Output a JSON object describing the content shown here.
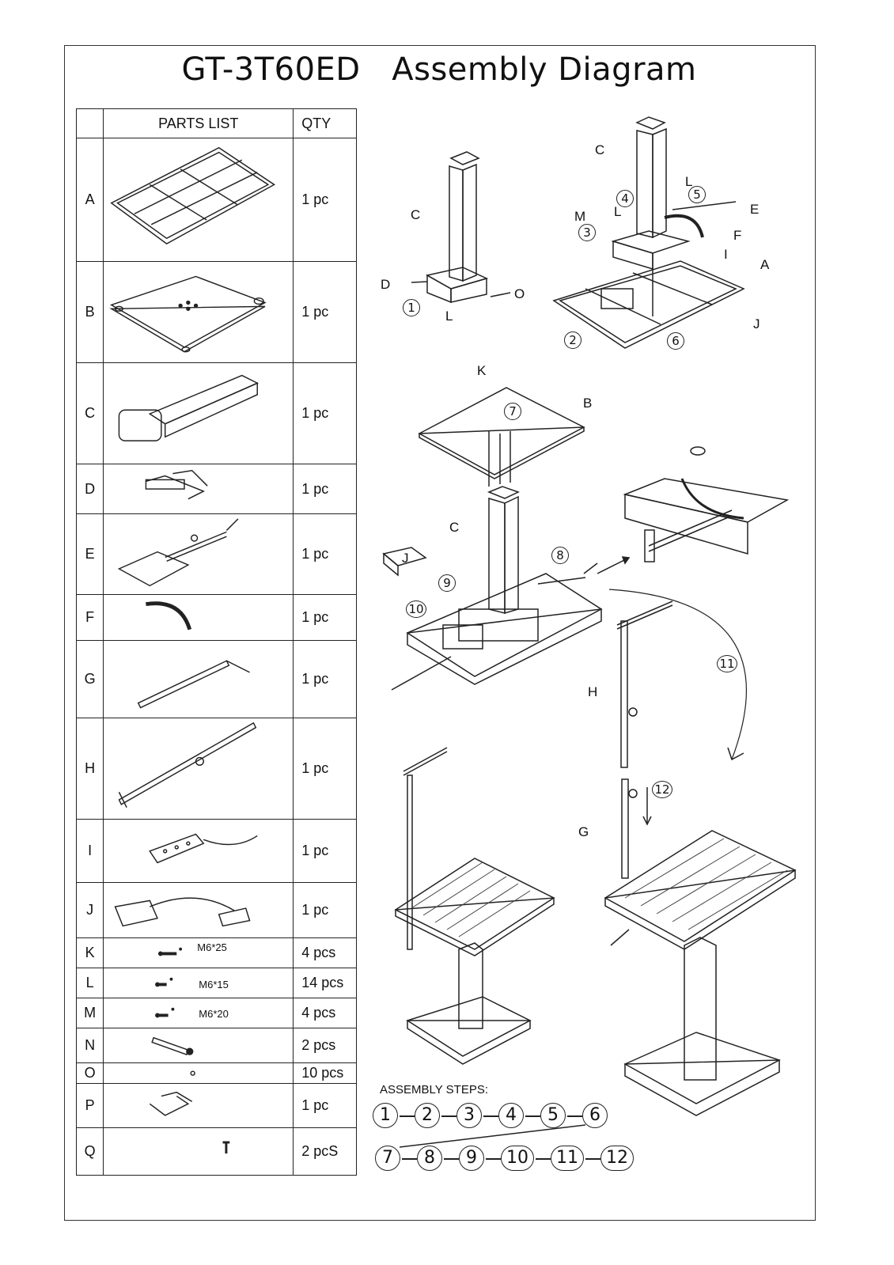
{
  "title": "GT-3T60ED   Assembly Diagram",
  "parts_list": {
    "header_part": "PARTS LIST",
    "header_qty": "QTY",
    "rows": [
      {
        "letter": "A",
        "qty": "1 pc",
        "icon": "frame-base-icon"
      },
      {
        "letter": "B",
        "qty": "1 pc",
        "icon": "top-plate-icon"
      },
      {
        "letter": "C",
        "qty": "1 pc",
        "icon": "lift-column-icon"
      },
      {
        "letter": "D",
        "qty": "1 pc",
        "icon": "bracket-icon"
      },
      {
        "letter": "E",
        "qty": "1 pc",
        "icon": "mount-arm-icon"
      },
      {
        "letter": "F",
        "qty": "1 pc",
        "icon": "curved-rail-icon"
      },
      {
        "letter": "G",
        "qty": "1 pc",
        "icon": "lower-pole-icon"
      },
      {
        "letter": "H",
        "qty": "1 pc",
        "icon": "upper-pole-icon"
      },
      {
        "letter": "I",
        "qty": "1 pc",
        "icon": "control-box-icon"
      },
      {
        "letter": "J",
        "qty": "1 pc",
        "icon": "power-supply-icon"
      },
      {
        "letter": "K",
        "qty": "4 pcs",
        "spec": "M6*25",
        "icon": "screw-icon"
      },
      {
        "letter": "L",
        "qty": "14 pcs",
        "spec": "M6*15",
        "icon": "screw-icon"
      },
      {
        "letter": "M",
        "qty": "4 pcs",
        "spec": "M6*20",
        "icon": "screw-icon"
      },
      {
        "letter": "N",
        "qty": "2 pcs",
        "icon": "knob-handle-icon"
      },
      {
        "letter": "O",
        "qty": "10 pcs",
        "icon": "washer-icon"
      },
      {
        "letter": "P",
        "qty": "1 pc",
        "icon": "clip-icon"
      },
      {
        "letter": "Q",
        "qty": "2 pcS",
        "icon": "pin-icon"
      }
    ]
  },
  "callouts": {
    "c": "C",
    "d": "D",
    "l": "L",
    "o": "O",
    "e": "E",
    "f": "F",
    "i": "I",
    "a": "A",
    "j": "J",
    "m": "M",
    "k": "K",
    "b": "B",
    "h": "H",
    "g": "G",
    "n1": "1",
    "n2": "2",
    "n3": "3",
    "n4": "4",
    "n5": "5",
    "n6": "6",
    "n7": "7",
    "n8": "8",
    "n9": "9",
    "n10": "10",
    "n11": "11",
    "n12": "12"
  },
  "assembly_steps": {
    "title": "ASSEMBLY STEPS:",
    "row1": [
      "1",
      "2",
      "3",
      "4",
      "5",
      "6"
    ],
    "row2": [
      "7",
      "8",
      "9",
      "10",
      "11",
      "12"
    ]
  }
}
